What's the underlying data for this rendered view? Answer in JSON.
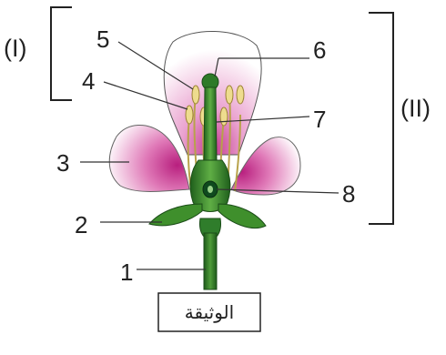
{
  "labels": {
    "n1": "1",
    "n2": "2",
    "n3": "3",
    "n4": "4",
    "n5": "5",
    "n6": "6",
    "n7": "7",
    "n8": "8",
    "group_left": "(I)",
    "group_right": "(II)"
  },
  "document_label": "الوثيقة",
  "colors": {
    "petal_pink": "#d9429a",
    "stem_green": "#2f7d2b",
    "pistil_green": "#3a8a2e",
    "anther_yellow": "#e8d07a",
    "line": "#333333"
  }
}
